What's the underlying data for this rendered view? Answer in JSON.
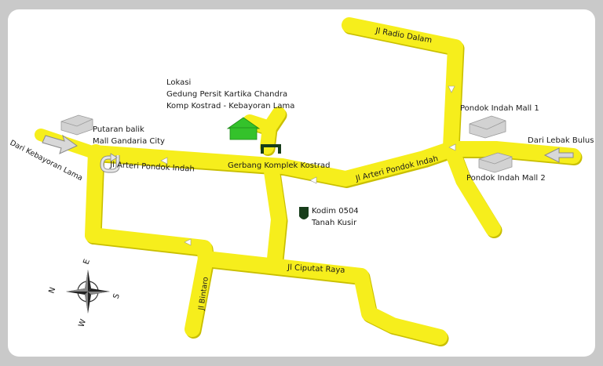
{
  "colors": {
    "background": "#c9c9c9",
    "paper": "#ffffff",
    "road": "#f6ee1c",
    "road_shade": "#c9bf00",
    "location_marker": "#34c22b",
    "kodim_marker": "#173d1a",
    "arrow": "#ffffff",
    "building": "#c8c8c8"
  },
  "labels": {
    "lokasi_1": "Lokasi",
    "lokasi_2": "Gedung Persit Kartika Chandra",
    "lokasi_3": "Komp Kostrad - Kebayoran Lama",
    "putaran_1": "Putaran balik",
    "putaran_2": "Mall Gandaria City",
    "dari_kebayoran": "Dari Kebayoran Lama",
    "arteri_left": "Jl Arteri Pondok Indah",
    "arteri_right": "Jl Arteri Pondok Indah",
    "gerbang": "Gerbang Komplek Kostrad",
    "radio_dalam": "Jl Radio Dalam",
    "pim1": "Pondok Indah Mall 1",
    "pim2": "Pondok Indah Mall 2",
    "lebak_bulus": "Dari Lebak Bulus",
    "kodim_1": "Kodim 0504",
    "kodim_2": "Tanah Kusir",
    "ciputat": "Jl Ciputat Raya",
    "bintaro": "Jl Bintaro"
  },
  "compass": {
    "n": "N",
    "e": "E",
    "s": "S",
    "w": "W"
  },
  "icons": {
    "location": "house-icon",
    "gate": "gate-icon",
    "kodim": "shield-icon",
    "mall": "building-icon",
    "u_turn": "u-turn-arrow-icon",
    "compass": "compass-rose-icon"
  }
}
